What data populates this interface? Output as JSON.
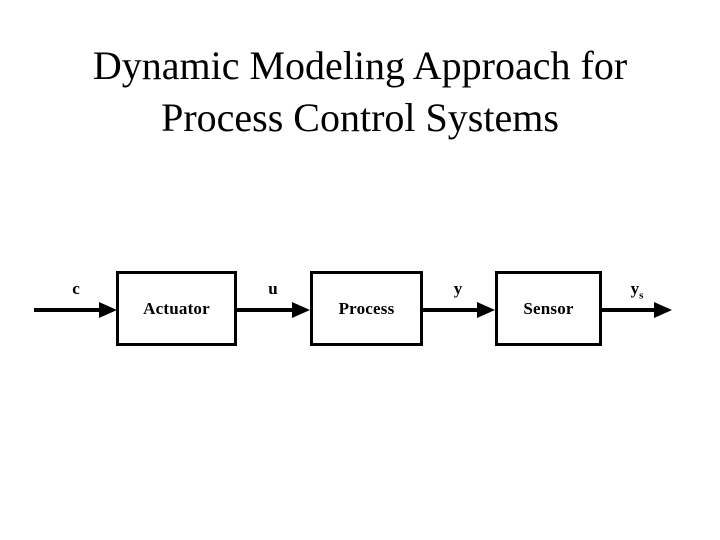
{
  "slide": {
    "title_line1": "Dynamic Modeling Approach for",
    "title_line2": "Process Control Systems"
  },
  "diagram": {
    "blocks": [
      {
        "label": "Actuator"
      },
      {
        "label": "Process"
      },
      {
        "label": "Sensor"
      }
    ],
    "signals": [
      {
        "label": "c",
        "sub": ""
      },
      {
        "label": "u",
        "sub": ""
      },
      {
        "label": "y",
        "sub": ""
      },
      {
        "label": "y",
        "sub": "s"
      }
    ],
    "colors": {
      "ink": "#000000",
      "background": "#ffffff"
    }
  }
}
